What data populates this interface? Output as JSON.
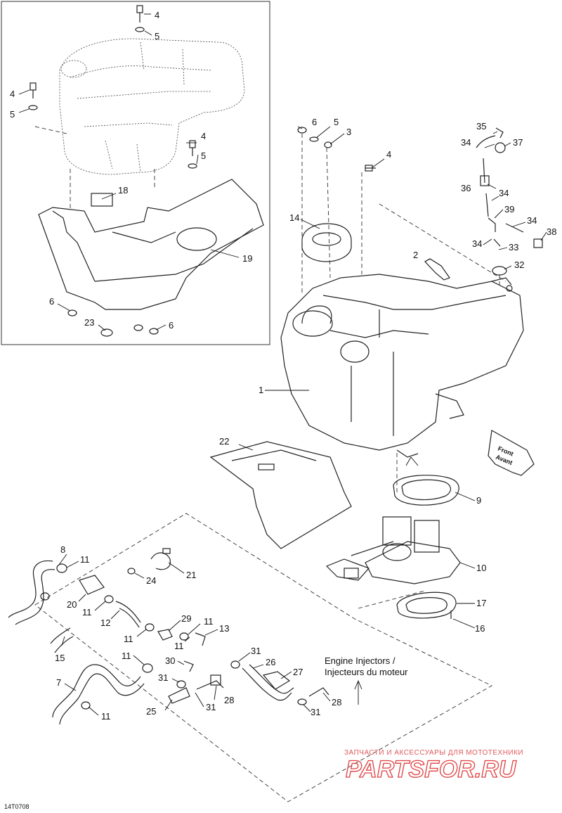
{
  "diagram": {
    "callouts": [
      {
        "id": "c4a",
        "text": "4"
      },
      {
        "id": "c5a",
        "text": "5"
      },
      {
        "id": "c4b",
        "text": "4"
      },
      {
        "id": "c5b",
        "text": "5"
      },
      {
        "id": "c4c",
        "text": "4"
      },
      {
        "id": "c5c",
        "text": "5"
      },
      {
        "id": "c18",
        "text": "18"
      },
      {
        "id": "c19",
        "text": "19"
      },
      {
        "id": "c6a",
        "text": "6"
      },
      {
        "id": "c23",
        "text": "23"
      },
      {
        "id": "c6b",
        "text": "6"
      },
      {
        "id": "c6c",
        "text": "6"
      },
      {
        "id": "c5d",
        "text": "5"
      },
      {
        "id": "c3",
        "text": "3"
      },
      {
        "id": "c4d",
        "text": "4"
      },
      {
        "id": "c14",
        "text": "14"
      },
      {
        "id": "c2",
        "text": "2"
      },
      {
        "id": "c1",
        "text": "1"
      },
      {
        "id": "c35",
        "text": "35"
      },
      {
        "id": "c34a",
        "text": "34"
      },
      {
        "id": "c37",
        "text": "37"
      },
      {
        "id": "c36",
        "text": "36"
      },
      {
        "id": "c34b",
        "text": "34"
      },
      {
        "id": "c39",
        "text": "39"
      },
      {
        "id": "c34c",
        "text": "34"
      },
      {
        "id": "c38",
        "text": "38"
      },
      {
        "id": "c34d",
        "text": "34"
      },
      {
        "id": "c33",
        "text": "33"
      },
      {
        "id": "c32",
        "text": "32"
      },
      {
        "id": "c22",
        "text": "22"
      },
      {
        "id": "c9",
        "text": "9"
      },
      {
        "id": "c10",
        "text": "10"
      },
      {
        "id": "c17",
        "text": "17"
      },
      {
        "id": "c16",
        "text": "16"
      },
      {
        "id": "c8",
        "text": "8"
      },
      {
        "id": "c11a",
        "text": "11"
      },
      {
        "id": "c21",
        "text": "21"
      },
      {
        "id": "c24",
        "text": "24"
      },
      {
        "id": "c20",
        "text": "20"
      },
      {
        "id": "c11b",
        "text": "11"
      },
      {
        "id": "c12",
        "text": "12"
      },
      {
        "id": "c11c",
        "text": "11"
      },
      {
        "id": "c29",
        "text": "29"
      },
      {
        "id": "c11d",
        "text": "11"
      },
      {
        "id": "c13",
        "text": "13"
      },
      {
        "id": "c11e",
        "text": "11"
      },
      {
        "id": "c15",
        "text": "15"
      },
      {
        "id": "c11f",
        "text": "11"
      },
      {
        "id": "c30",
        "text": "30"
      },
      {
        "id": "c31a",
        "text": "31"
      },
      {
        "id": "c26",
        "text": "26"
      },
      {
        "id": "c27",
        "text": "27"
      },
      {
        "id": "c7",
        "text": "7"
      },
      {
        "id": "c31b",
        "text": "31"
      },
      {
        "id": "c11g",
        "text": "11"
      },
      {
        "id": "c25",
        "text": "25"
      },
      {
        "id": "c31c",
        "text": "31"
      },
      {
        "id": "c28a",
        "text": "28"
      },
      {
        "id": "c28b",
        "text": "28"
      },
      {
        "id": "c31d",
        "text": "31"
      }
    ],
    "front_label_1": "Front",
    "front_label_2": "Avant",
    "injector_label_1": "Engine Injectors /",
    "injector_label_2": "Injecteurs du moteur",
    "drawing_code": "14T0708"
  },
  "watermark": {
    "tagline": "ЗАПЧАСТИ И АКСЕССУАРЫ ДЛЯ МОТОТЕХНИКИ",
    "brand": "PARTSFOR.RU",
    "color": "#e04040"
  }
}
